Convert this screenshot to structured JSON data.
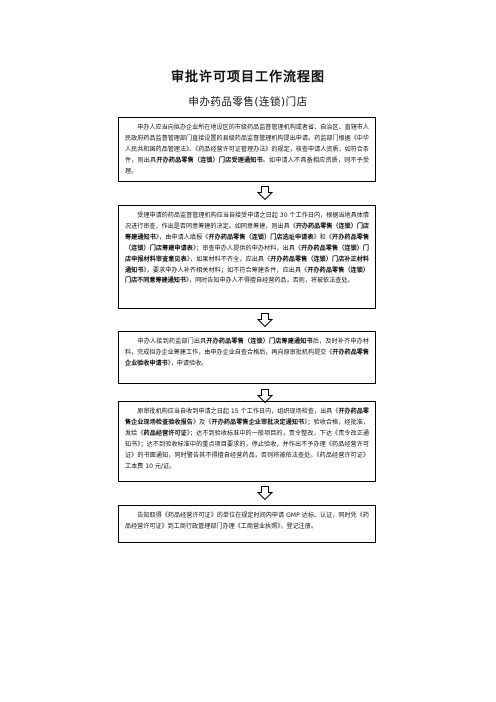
{
  "doc": {
    "title": "审批许可项目工作流程图",
    "subtitle": "申办药品零售(连锁)门店"
  },
  "steps": [
    {
      "segments": [
        {
          "t": "　　申办人应当向拟办企业所在地设区的市级药品监督管理机构或者省、自治区、直辖市人民政府药品监督管理部门直接设置的县级药品监督管理机构提出申请。药监部门根据《中华人民共和国药品管理法》、《药品经营许可证管理办法》的规定，核查申请人资质，如符合条件，则出具",
          "b": false
        },
        {
          "t": "开办药品零售（连锁）门店受理通知书",
          "b": true
        },
        {
          "t": "。如申请人不具备相应资质，则不予受理。",
          "b": false
        }
      ]
    },
    {
      "segments": [
        {
          "t": "　　受理申请的药品监督管理机构应当自接受申请之日起 30 个工作日内，根据当地具体情况进行审查，作出是否同意筹建的决定。如同意筹建，则出具《",
          "b": false
        },
        {
          "t": "开办药品零售（连锁）门店筹建通知书",
          "b": true
        },
        {
          "t": "》，由申请人填报《",
          "b": false
        },
        {
          "t": "开办药品零售（连锁）门店选址申请表",
          "b": true
        },
        {
          "t": "》和《",
          "b": false
        },
        {
          "t": "开办药品零售（连锁）门店筹建申请表",
          "b": true
        },
        {
          "t": "》；审查申办人提供的申办材料，出具《",
          "b": false
        },
        {
          "t": "开办药品零售（连锁）门店申报材料审查意见表",
          "b": true
        },
        {
          "t": "》，如果材料不齐全，应出具《",
          "b": false
        },
        {
          "t": "开办药品零售（连锁）门店补正材料通知书",
          "b": true
        },
        {
          "t": "》，要求申办人补齐相关材料；如不符合筹建条件，应出具《",
          "b": false
        },
        {
          "t": "开办药品零售（连锁）门店不同意筹建通知书",
          "b": true
        },
        {
          "t": "》，同时告知申办人不得擅自经营药品，否则，将被依法查处。",
          "b": false
        }
      ]
    },
    {
      "segments": [
        {
          "t": "　　申办人接到药监部门出具",
          "b": false
        },
        {
          "t": "开办药品零售（连锁）门店筹建通知书",
          "b": true
        },
        {
          "t": "后，及时补齐申办材料，完成拟办企业筹建工作，由申办企业自查合格后，再向原审批机构提交《",
          "b": false
        },
        {
          "t": "开办药品零售企业验收申请书",
          "b": true
        },
        {
          "t": "》，申请验收。",
          "b": false
        }
      ]
    },
    {
      "segments": [
        {
          "t": "　　原审批机构应当自收到申请之日起 15 个工作日内，组织现场检查，出具《",
          "b": false
        },
        {
          "t": "开办药品零售企业现场检查验收报告",
          "b": true
        },
        {
          "t": "》及《",
          "b": false
        },
        {
          "t": "开办药品零售企业审批决定通知书",
          "b": true
        },
        {
          "t": "》；验收合格，经批准，发给《",
          "b": false
        },
        {
          "t": "药品经营许可证",
          "b": true
        },
        {
          "t": "》；达不到验收标准中的一般项目的，责令整改，下达《责令改正通知书》；达不到验收标准中的重点项目要求的，停止验收，并作出不予办理《药品经营许可证》的书面通知，同时警告其不得擅自经营药品，否则将被依法查处。《药品经营许可证》工本费 10 元/证。",
          "b": false
        }
      ]
    },
    {
      "segments": [
        {
          "t": "　　告知取得《药品经营许可证》的单位在规定时间内申请 GMP 达标、认证，同时凭《药品经营许可证》到工商行政管理部门办理《工商营业执照》，登记注册。",
          "b": false
        }
      ]
    }
  ],
  "arrows": [
    {
      "icon": "down-arrow-icon"
    },
    {
      "icon": "down-arrow-icon"
    },
    {
      "icon": "down-arrow-icon"
    },
    {
      "icon": "down-arrow-icon"
    }
  ]
}
